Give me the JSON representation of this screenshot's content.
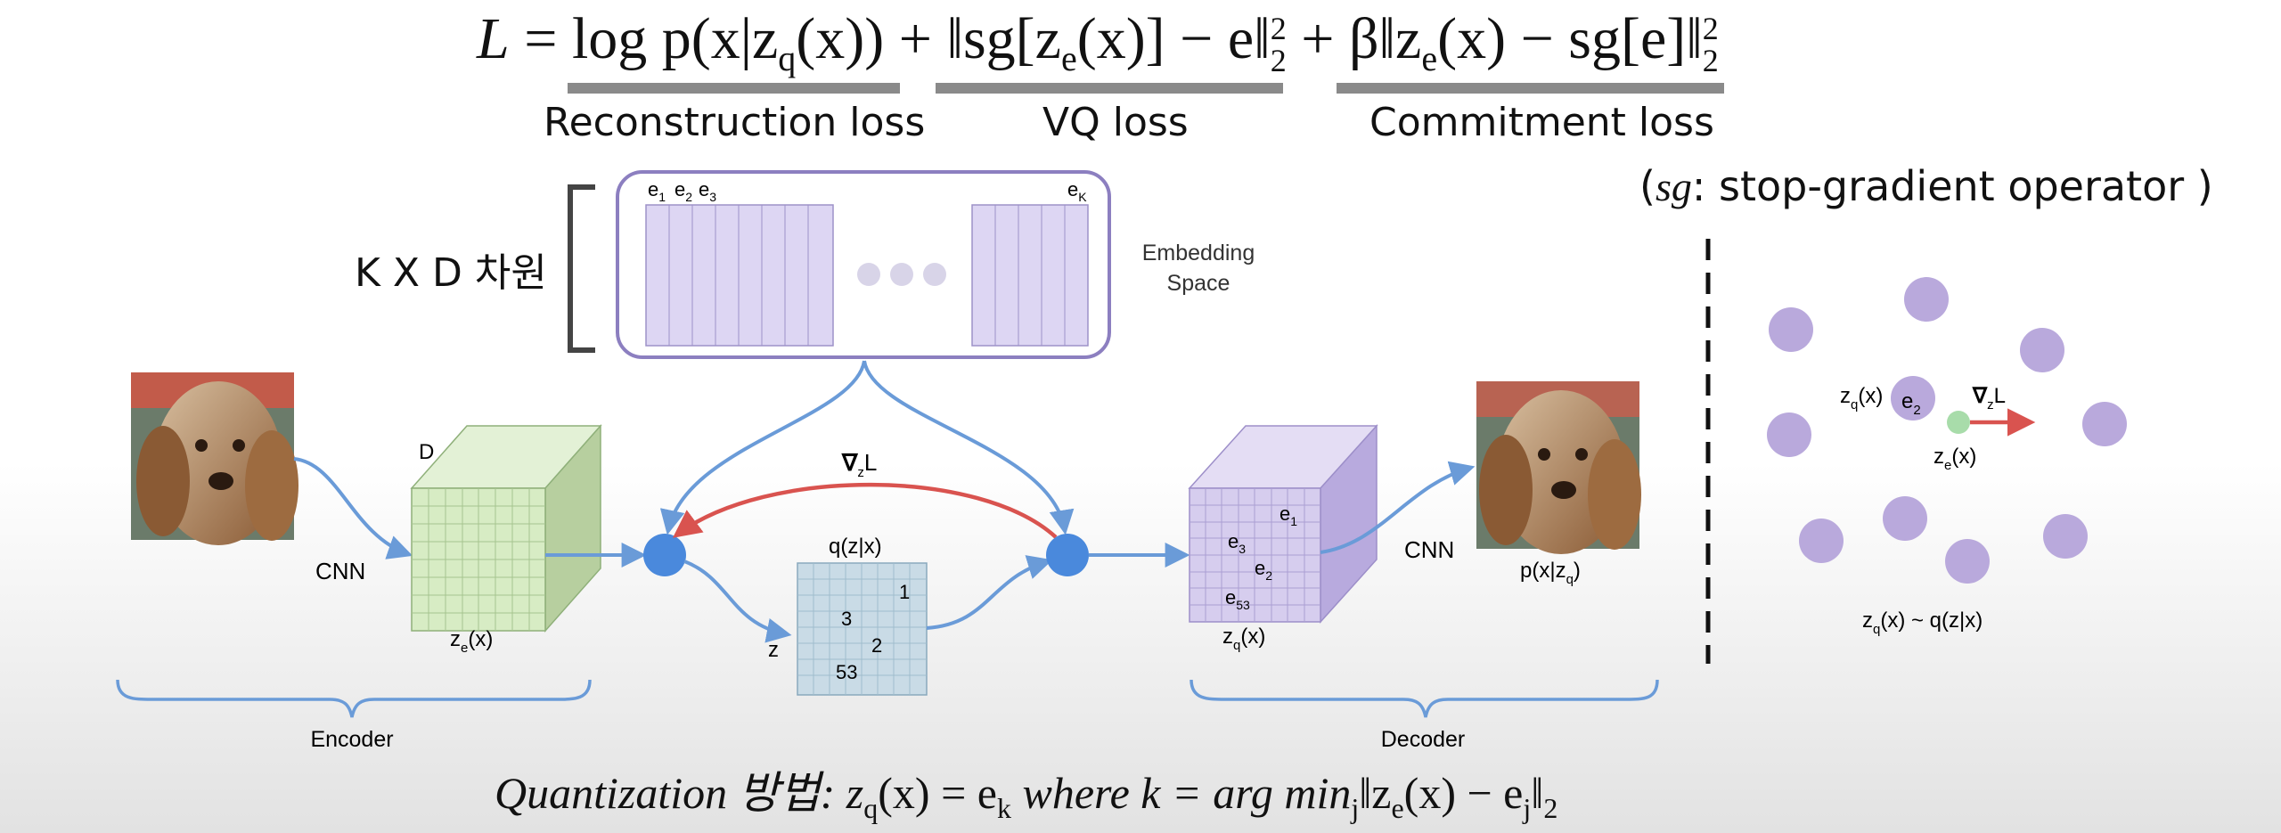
{
  "formula": {
    "L": "L",
    "eq": "=",
    "reconstruction_term": "log p(x|z",
    "reconstruction_sub": "q",
    "reconstruction_tail": "(x))",
    "plus1": "+",
    "vq_term": "‖sg[z",
    "vq_sub": "e",
    "vq_tail": "(x)] − e‖",
    "vq_sup": "2",
    "vq_sub2": "2",
    "plus2": "+",
    "commit_term": "β‖z",
    "commit_sub": "e",
    "commit_tail": "(x) − sg[e]‖",
    "commit_sup": "2",
    "commit_sub2": "2"
  },
  "loss_labels": {
    "reconstruction": "Reconstruction loss",
    "vq": "VQ loss",
    "commitment": "Commitment loss"
  },
  "sg_note": {
    "open": "(",
    "sg": "sg",
    "text": ": stop-gradient operator )"
  },
  "kxd_label": "K X D 차원",
  "embedding": {
    "label_line1": "Embedding",
    "label_line2": "Space",
    "e1": "e",
    "e1_sub": "1",
    "e2": "e",
    "e2_sub": "2",
    "e3": "e",
    "e3_sub": "3",
    "eK": "e",
    "eK_sub": "K"
  },
  "encoder": {
    "cnn": "CNN",
    "D": "D",
    "ze": "z",
    "ze_sub": "e",
    "ze_tail": "(x)",
    "brace_label": "Encoder"
  },
  "middle": {
    "grad": "∇",
    "grad_sub": "z",
    "grad_tail": "L",
    "qzx": "q(z|x)",
    "z": "z",
    "cells": [
      "1",
      "3",
      "2",
      "53"
    ]
  },
  "decoder": {
    "cnn": "CNN",
    "zq": "z",
    "zq_sub": "q",
    "zq_tail": "(x)",
    "pxzq": "p(x|z",
    "pxzq_sub": "q",
    "pxzq_tail": ")",
    "cube_labels": [
      "e",
      "e",
      "e",
      "e"
    ],
    "cube_subs": [
      "1",
      "3",
      "2",
      "53"
    ],
    "brace_label": "Decoder"
  },
  "right_panel": {
    "zq": "z",
    "zq_sub": "q",
    "zq_tail": "(x)",
    "e2": "e",
    "e2_sub": "2",
    "grad": "∇",
    "grad_sub": "z",
    "grad_tail": "L",
    "ze": "z",
    "ze_sub": "e",
    "ze_tail": "(x)",
    "dist": "z",
    "dist_sub": "q",
    "dist_tail": "(x) ~ q(z|x)"
  },
  "quantization": {
    "prefix": "Quantization 방법: ",
    "zq": "z",
    "zq_sub": "q",
    "zq_mid": "(x) = e",
    "k_sub": "k",
    "where": " where k = arg min",
    "j_sub": "j",
    "norm_body": "‖z",
    "ze_sub": "e",
    "norm_tail": "(x) − e",
    "ej_sub": "j",
    "norm_close": "‖",
    "two_sub": "2"
  },
  "colors": {
    "arrow_blue": "#6a9bd8",
    "node_blue": "#4a89dc",
    "grad_red": "#d9534f",
    "encoder_green": "#d7ecc4",
    "decoder_purple": "#d6cdee",
    "codebook_purple": "#ddd6f3",
    "qgrid_blue": "#c9dbe6",
    "embedding_point": "#b9a9dc",
    "ze_point_green": "#a8dcaa"
  }
}
